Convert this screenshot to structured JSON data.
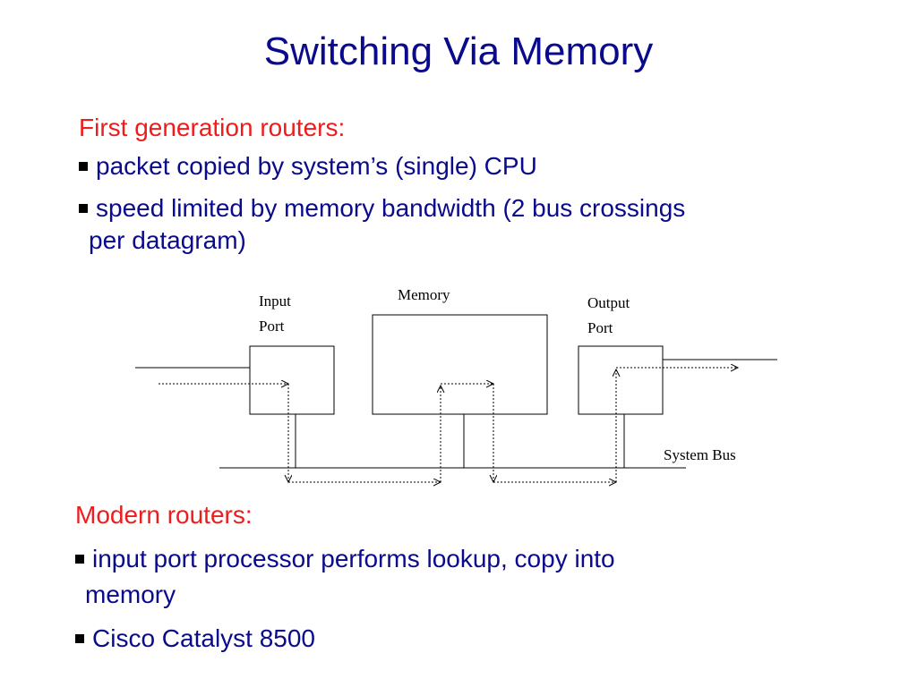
{
  "slide": {
    "title": "Switching Via Memory",
    "section1": {
      "heading": "First generation routers:",
      "bullets": [
        {
          "line1": "packet copied by system’s (single) CPU",
          "line2": ""
        },
        {
          "line1": "speed limited by memory bandwidth (2 bus crossings",
          "line2": "per datagram)"
        }
      ]
    },
    "diagram": {
      "input_port_label_1": "Input",
      "input_port_label_2": "Port",
      "memory_label": "Memory",
      "output_port_label_1": "Output",
      "output_port_label_2": "Port",
      "system_bus_label": "System Bus"
    },
    "section2": {
      "heading": "Modern routers:",
      "bullets": [
        {
          "line1": "input port processor performs lookup, copy into",
          "line2": "memory"
        },
        {
          "line1": "Cisco Catalyst 8500",
          "line2": ""
        }
      ]
    }
  },
  "colors": {
    "title": "#0a0a8c",
    "heading": "#ee1c1c",
    "body_text": "#0a0a8c",
    "bullet": "#000000"
  }
}
